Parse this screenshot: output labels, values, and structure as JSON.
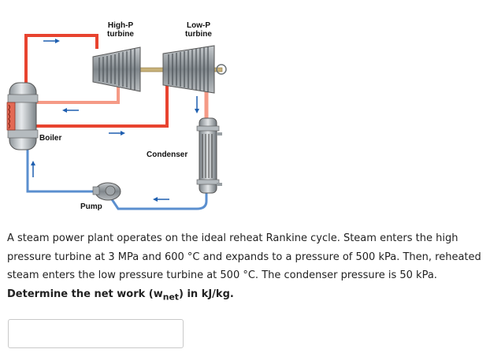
{
  "diagram": {
    "labels": {
      "hp_line1": "High-P",
      "hp_line2": "turbine",
      "lp_line1": "Low-P",
      "lp_line2": "turbine",
      "boiler": "Boiler",
      "condenser": "Condenser",
      "pump": "Pump"
    },
    "colors": {
      "hot_pipe": "#e8432f",
      "warm_pipe": "#f59a86",
      "cold_pipe": "#5b8fcf",
      "arrow": "#1f5fb0",
      "turbine": "#8a8f94",
      "shaft": "#c8b27a"
    }
  },
  "question": {
    "part1": "A steam power plant operates on the ideal reheat Rankine cycle. Steam enters the high pressure turbine at 3 MPa and 600 °C and expands to a pressure of 500 kPa. Then, reheated steam enters the low pressure turbine at 500 °C. The condenser pressure is 50 kPa. ",
    "bold_prefix": "Determine the net work (w",
    "bold_sub": "net",
    "bold_suffix": ") in kJ/kg."
  },
  "answer": {
    "value": "",
    "placeholder": ""
  }
}
